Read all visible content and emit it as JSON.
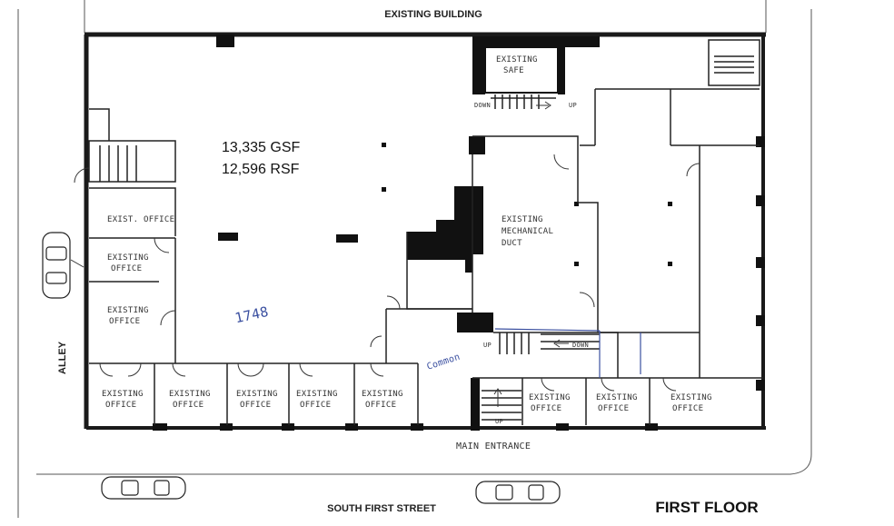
{
  "labels": {
    "existing_building": "EXISTING BUILDING",
    "safe_line1": "EXISTING",
    "safe_line2": "SAFE",
    "gsf": "13,335 GSF",
    "rsf": "12,596 RSF",
    "exist_office_small": "EXIST. OFFICE",
    "mech_line1": "EXISTING",
    "mech_line2": "MECHANICAL",
    "mech_line3": "DUCT",
    "left_office_line1": "EXISTING",
    "left_office_line2": "OFFICE",
    "annotation_number": "1748",
    "common": "Common",
    "up": "UP",
    "down": "DOWN",
    "alley": "ALLEY",
    "main_entrance": "MAIN ENTRANCE",
    "south_first_street": "SOUTH FIRST STREET",
    "first_floor": "FIRST FLOOR"
  },
  "colors": {
    "ink": "#1a1a1a",
    "fill_dark": "#111111",
    "pen_blue": "#3a4fa0"
  }
}
